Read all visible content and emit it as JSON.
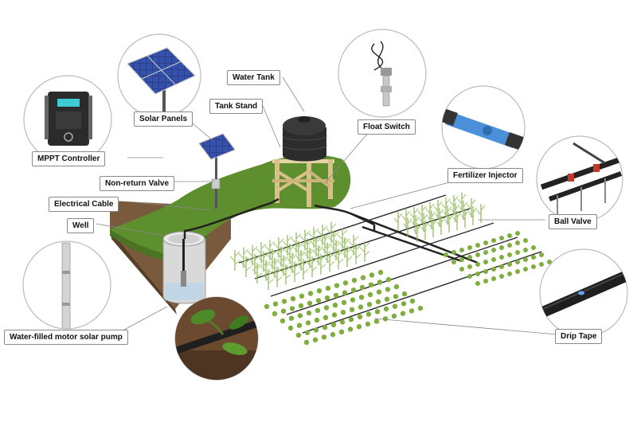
{
  "labels": {
    "water_tank": "Water Tank",
    "solar_panels": "Solar Panels",
    "tank_stand": "Tank Stand",
    "float_switch": "Float Switch",
    "mppt_controller": "MPPT Controller",
    "fertilizer_injector": "Fertilizer Injector",
    "non_return_valve": "Non-return Valve",
    "electrical_cable": "Electrical Cable",
    "well": "Well",
    "ball_valve": "Ball Valve",
    "drip_tape": "Drip Tape",
    "pump": "Water-filled motor solar pump"
  },
  "colors": {
    "grass": "#5e8f2e",
    "soil": "#7a5a3c",
    "tank": "#2c2c2c",
    "wood": "#d9c08a",
    "pipe": "#222222",
    "panel": "#2a3e8c",
    "plant": "#7fae3e",
    "injector": "#4a90d9"
  }
}
